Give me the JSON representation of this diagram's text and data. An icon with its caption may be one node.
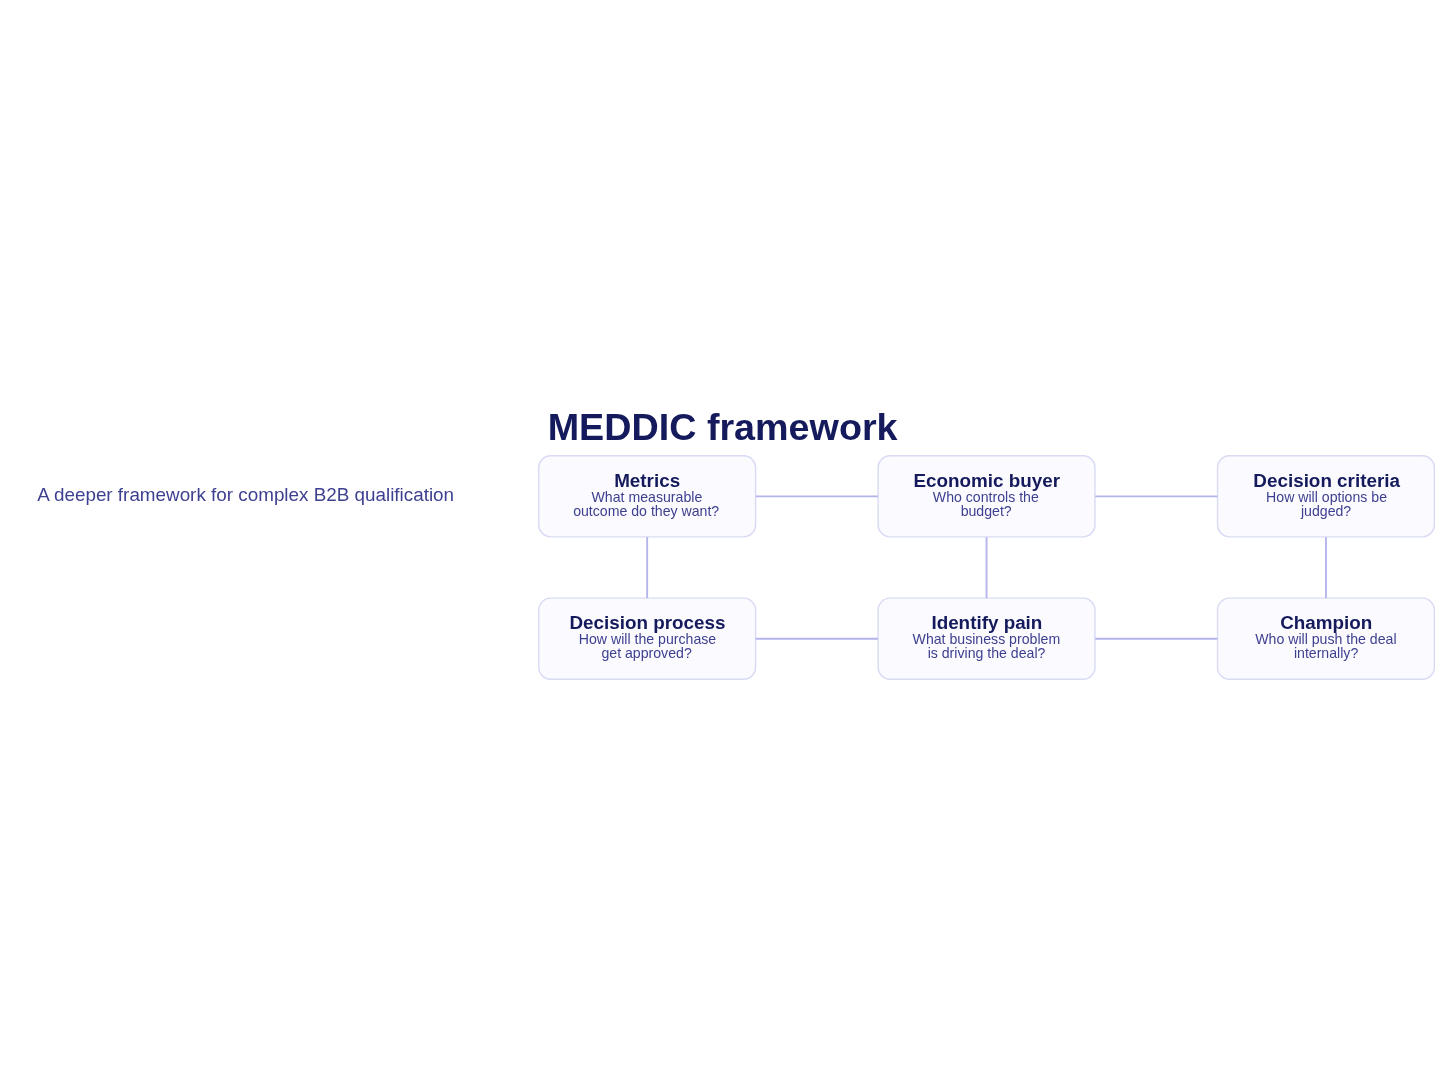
{
  "diagram": {
    "title": "MEDDIC framework",
    "nodes": [
      {
        "text": [
          "Metrics",
          "What measurable outcome do they want?"
        ]
      },
      {
        "text": [
          "Economic buyer",
          "Who controls the budget?"
        ]
      },
      {
        "text": [
          "Decision criteria",
          "How will options be judged?"
        ]
      },
      {
        "text": [
          "Decision process",
          "How will the purchase get approved?"
        ]
      },
      {
        "text": [
          "Identify pain",
          "What business problem is driving the deal?"
        ]
      },
      {
        "text": [
          "Champion",
          "Who will push the deal internally?"
        ]
      }
    ],
    "edges": [
      {
        "from": 0,
        "to": 1,
        "arrow": "none"
      },
      {
        "from": 1,
        "to": 2,
        "arrow": "none"
      },
      {
        "from": 0,
        "to": 3,
        "arrow": "none"
      },
      {
        "from": 1,
        "to": 4,
        "arrow": "none"
      },
      {
        "from": 2,
        "to": 5,
        "arrow": "none"
      },
      {
        "from": 3,
        "to": 4,
        "arrow": "none"
      },
      {
        "from": 4,
        "to": 5,
        "arrow": "none"
      }
    ],
    "labels": [
      "A deeper framework for complex B2B qualification"
    ]
  }
}
